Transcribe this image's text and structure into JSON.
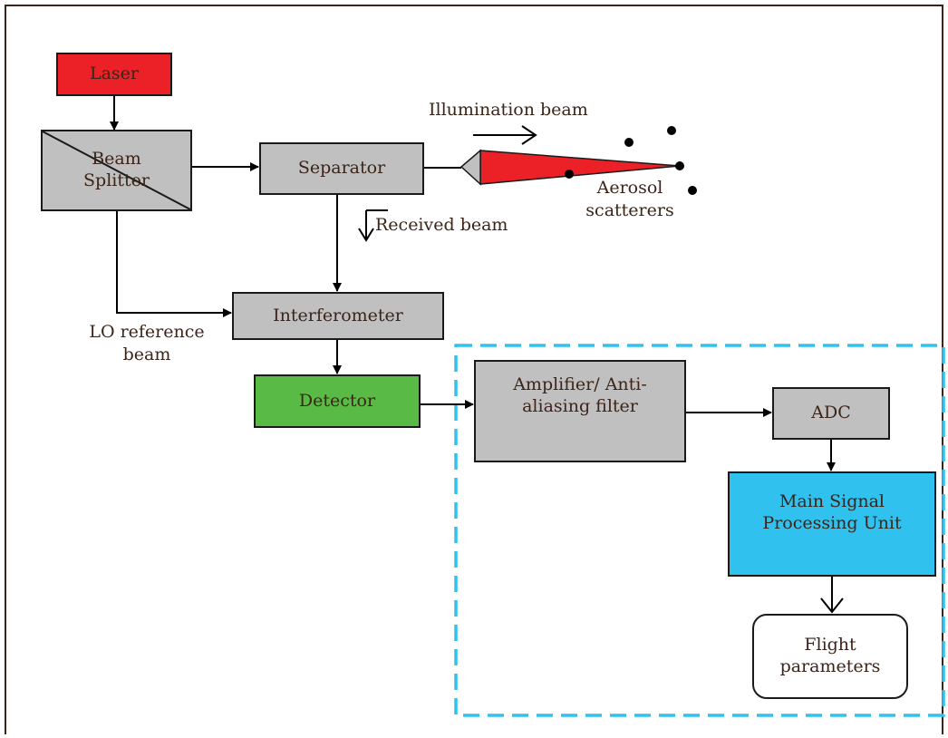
{
  "blocks": {
    "laser": "Laser",
    "beam_splitter_line1": "Beam",
    "beam_splitter_line2": "Splitter",
    "separator": "Separator",
    "interferometer": "Interferometer",
    "detector": "Detector",
    "amplifier_line1": "Amplifier/ Anti-",
    "amplifier_line2": "aliasing filter",
    "adc": "ADC",
    "main_signal_line1": "Main Signal",
    "main_signal_line2": "Processing Unit",
    "flight_line1": "Flight",
    "flight_line2": "parameters"
  },
  "labels": {
    "illumination_beam": "Illumination beam",
    "received_beam": "Received beam",
    "aerosol_line1": "Aerosol",
    "aerosol_line2": "scatterers",
    "lo_line1": "LO reference",
    "lo_line2": "beam"
  },
  "colors": {
    "laser": "#ec2127",
    "detector": "#5aba46",
    "main_signal": "#30c1ee",
    "process_block": "#c0c0c0",
    "dashed_region": "#30c1ee",
    "text": "#3c2418"
  }
}
